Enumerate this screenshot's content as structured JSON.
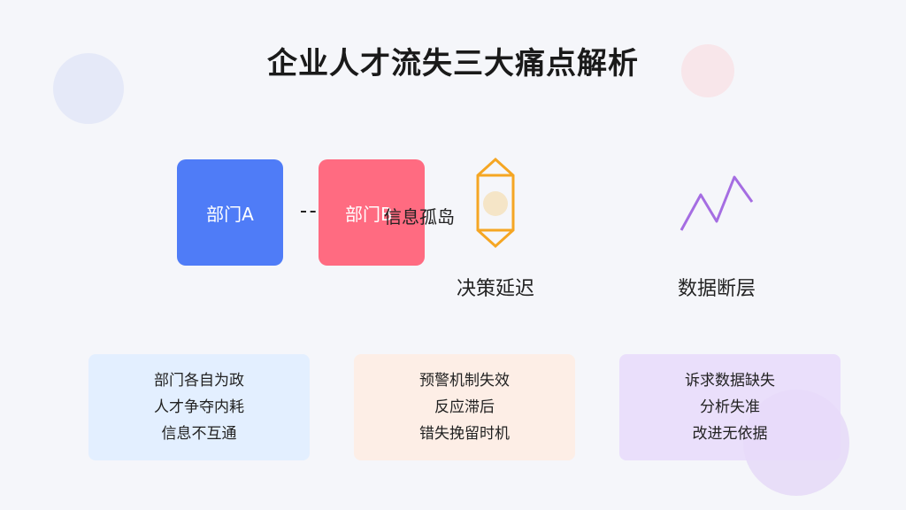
{
  "title": "企业人才流失三大痛点解析",
  "departments": {
    "a": "部门A",
    "b": "部门B"
  },
  "island_label": "信息孤岛",
  "decision_label": "决策延迟",
  "data_label": "数据断层",
  "cards": [
    {
      "lines": [
        "部门各自为政",
        "人才争夺内耗",
        "信息不互通"
      ]
    },
    {
      "lines": [
        "预警机制失效",
        "反应滞后",
        "错失挽留时机"
      ]
    },
    {
      "lines": [
        "诉求数据缺失",
        "分析失准",
        "改进无依据"
      ]
    }
  ],
  "colors": {
    "dept_a": "#4f7cf7",
    "dept_b": "#ff6b81",
    "hourglass": "#f5a623",
    "zigzag": "#a56de2"
  },
  "icons": [
    "hourglass-icon",
    "zigzag-line-icon"
  ]
}
